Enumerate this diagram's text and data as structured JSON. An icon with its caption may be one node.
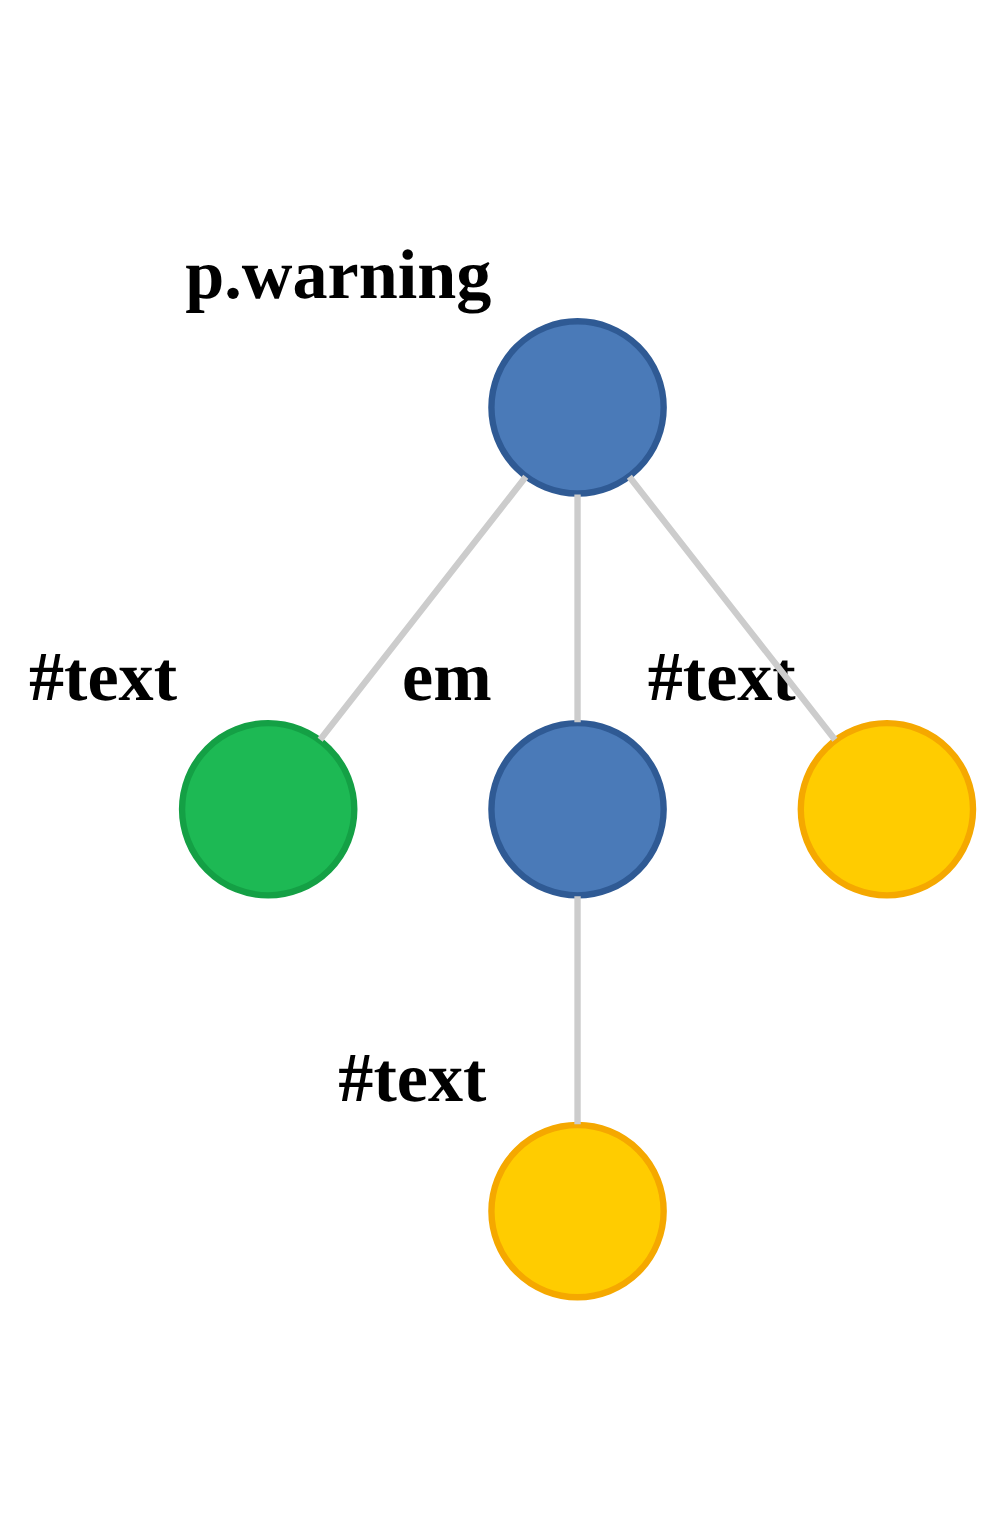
{
  "diagram": {
    "nodes": [
      {
        "text": [
          "p.warning"
        ]
      },
      {
        "text": [
          "#text"
        ]
      },
      {
        "text": [
          "em"
        ]
      },
      {
        "text": [
          "#text"
        ]
      },
      {
        "text": [
          "#text"
        ]
      }
    ],
    "edges": [
      {
        "from": 0,
        "to": 1,
        "arrow": "none"
      },
      {
        "from": 0,
        "to": 2,
        "arrow": "none"
      },
      {
        "from": 0,
        "to": 3,
        "arrow": "none"
      },
      {
        "from": 2,
        "to": 4,
        "arrow": "none"
      }
    ]
  }
}
